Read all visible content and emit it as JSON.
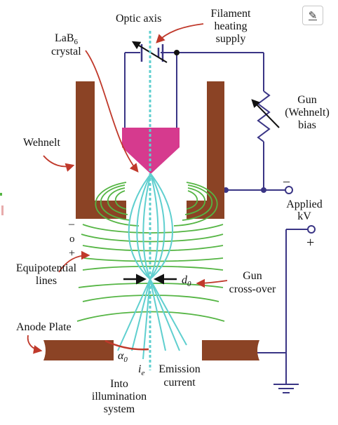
{
  "labels": {
    "optic_axis": "Optic axis",
    "filament_line1": "Filament",
    "filament_line2": "heating",
    "filament_line3": "supply",
    "lab6_main": "LaB",
    "lab6_sub": "6",
    "lab6_line2": "crystal",
    "gun_line1": "Gun",
    "gun_line2": "(Wehnelt)",
    "gun_line3": "bias",
    "wehnelt": "Wehnelt",
    "applied_line1": "Applied",
    "applied_line2": "kV",
    "minus_sign": "–",
    "plus_sign": "+",
    "circle_sign": "o",
    "equip_line1": "Equipotential",
    "equip_line2": "lines",
    "d0_main": "d",
    "d0_sub": "0",
    "crossover_line1": "Gun",
    "crossover_line2": "cross-over",
    "anode": "Anode Plate",
    "alpha_main": "α",
    "alpha_sub": "0",
    "ie_main": "i",
    "ie_sub": "e",
    "emission_line1": "Emission",
    "emission_line2": "current",
    "into_line1": "Into",
    "into_line2": "illumination",
    "into_line3": "system"
  },
  "colors": {
    "wehnelt": "#8b4325",
    "crystal": "#d63a8e",
    "beam": "#5fcfcf",
    "equipotential": "#55b544",
    "circuit": "#3a3585",
    "arrow": "#c0392b"
  },
  "icons": {
    "edit": "pencil-icon"
  }
}
